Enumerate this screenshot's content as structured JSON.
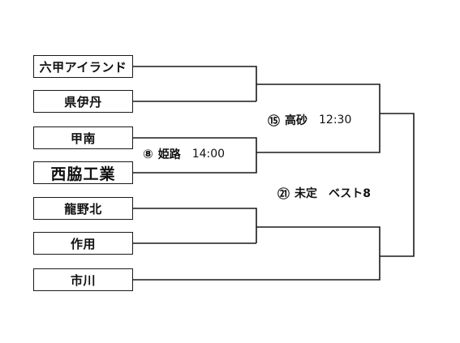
{
  "teams": [
    {
      "name": "六甲アイランド"
    },
    {
      "name": "県伊丹"
    },
    {
      "name": "甲南"
    },
    {
      "name": "西脇工業"
    },
    {
      "name": "龍野北"
    },
    {
      "name": "作用"
    },
    {
      "name": "市川"
    }
  ],
  "matches": {
    "m8": {
      "number": "⑧",
      "venue": "姫路",
      "time": "14:00"
    },
    "m15": {
      "number": "⑮",
      "venue": "高砂",
      "time": "12:30"
    },
    "m21": {
      "number": "㉑",
      "venue": "未定",
      "time": "ベスト8"
    }
  },
  "colors": {
    "line": "#1a1a1a",
    "background": "#ffffff"
  }
}
